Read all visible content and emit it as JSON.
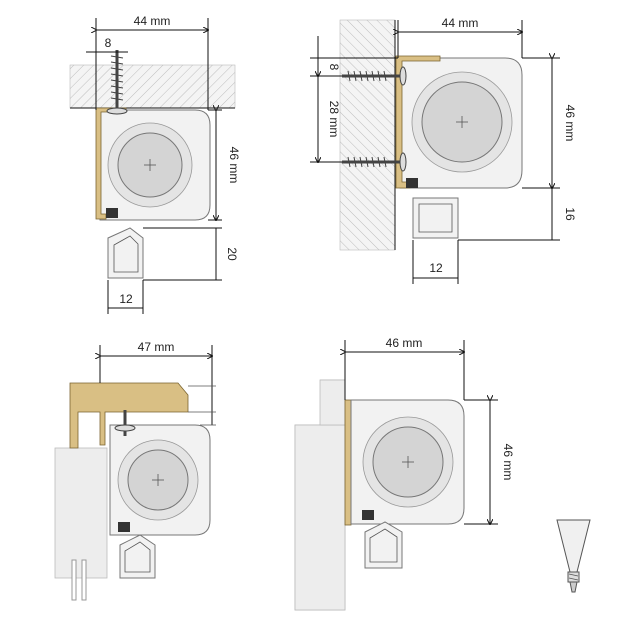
{
  "diagrams": {
    "top_left": {
      "width_label": "44 mm",
      "screw_offset_label": "8",
      "height_label": "46 mm",
      "rail_label": "20",
      "rail_width_label": "12"
    },
    "top_right": {
      "width_label": "44 mm",
      "top_offset_label": "8",
      "screw_spacing_label": "28 mm",
      "height_label": "46 mm",
      "rail_label": "16",
      "rail_width_label": "12"
    },
    "bottom_left": {
      "width_label": "47 mm"
    },
    "bottom_right": {
      "width_label": "46 mm",
      "height_label": "46 mm"
    }
  },
  "colors": {
    "bracket": "#d9bf84",
    "housing": "#f2f2f2",
    "roller": "#d4d4d4"
  }
}
